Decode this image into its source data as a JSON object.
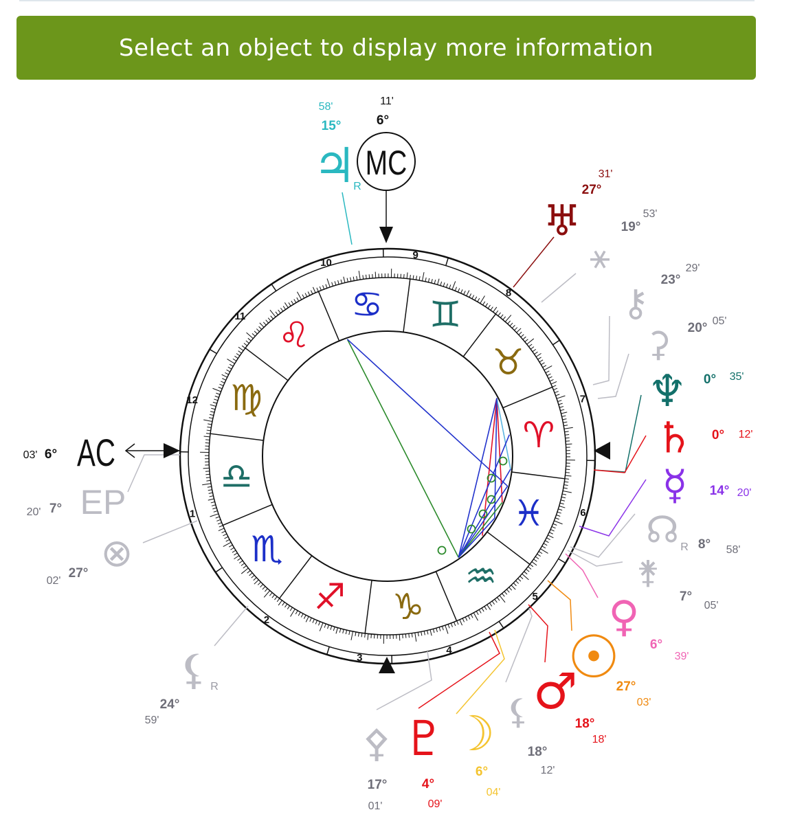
{
  "banner": {
    "text": "Select an object to display more information"
  },
  "angles": [
    {
      "id": "mc",
      "label": "MC",
      "deg": "6°",
      "min": "11'"
    },
    {
      "id": "ac",
      "label": "AC",
      "deg": "6°",
      "min": "03'"
    }
  ],
  "houses": [
    "1",
    "2",
    "3",
    "4",
    "5",
    "6",
    "7",
    "8",
    "9",
    "10",
    "11",
    "12"
  ],
  "signs": [
    {
      "name": "cancer",
      "glyph": "♋",
      "color": "#1c2fc8"
    },
    {
      "name": "gemini",
      "glyph": "♊",
      "color": "#1e6e66"
    },
    {
      "name": "taurus",
      "glyph": "♉",
      "color": "#8a6a10"
    },
    {
      "name": "aries",
      "glyph": "♈",
      "color": "#e01028"
    },
    {
      "name": "pisces",
      "glyph": "♓",
      "color": "#1c2fc8"
    },
    {
      "name": "aquarius",
      "glyph": "♒",
      "color": "#1e6e66"
    },
    {
      "name": "capricorn",
      "glyph": "♑",
      "color": "#8a6a10"
    },
    {
      "name": "sagittarius",
      "glyph": "♐",
      "color": "#e01028"
    },
    {
      "name": "scorpio",
      "glyph": "♏",
      "color": "#1c2fc8"
    },
    {
      "name": "libra",
      "glyph": "♎",
      "color": "#1e6e66"
    },
    {
      "name": "virgo",
      "glyph": "♍",
      "color": "#8a6a10"
    },
    {
      "name": "leo",
      "glyph": "♌",
      "color": "#e01028"
    }
  ],
  "bodies": [
    {
      "id": "jupiter",
      "glyph": "♃",
      "deg": "15°",
      "min": "58'",
      "retro": "R",
      "color": "#2ab8c0"
    },
    {
      "id": "uranus",
      "glyph": "♅",
      "deg": "27°",
      "min": "31'",
      "retro": "",
      "color": "#8b0e0e"
    },
    {
      "id": "vertex",
      "glyph": "⚹",
      "deg": "19°",
      "min": "53'",
      "retro": "",
      "color": "#bcbcc4"
    },
    {
      "id": "chiron",
      "glyph": "⚷",
      "deg": "23°",
      "min": "29'",
      "retro": "",
      "color": "#bcbcc4"
    },
    {
      "id": "ceres",
      "glyph": "⚳",
      "deg": "20°",
      "min": "05'",
      "retro": "",
      "color": "#bcbcc4"
    },
    {
      "id": "neptune",
      "glyph": "♆",
      "deg": "0°",
      "min": "35'",
      "retro": "",
      "color": "#13706a"
    },
    {
      "id": "saturn",
      "glyph": "♄",
      "deg": "0°",
      "min": "12'",
      "retro": "",
      "color": "#e5131a"
    },
    {
      "id": "mercury",
      "glyph": "☿",
      "deg": "14°",
      "min": "20'",
      "retro": "",
      "color": "#8a32e8"
    },
    {
      "id": "node",
      "glyph": "☊",
      "deg": "8°",
      "min": "58'",
      "retro": "R",
      "color": "#bcbcc4"
    },
    {
      "id": "juno",
      "glyph": "⚵",
      "deg": "7°",
      "min": "05'",
      "retro": "",
      "color": "#bcbcc4"
    },
    {
      "id": "venus",
      "glyph": "♀",
      "deg": "6°",
      "min": "39'",
      "retro": "",
      "color": "#f064b4"
    },
    {
      "id": "sun",
      "glyph": "☉",
      "deg": "27°",
      "min": "03'",
      "retro": "",
      "color": "#f08a10"
    },
    {
      "id": "mars",
      "glyph": "♂",
      "deg": "18°",
      "min": "18'",
      "retro": "",
      "color": "#e5131a"
    },
    {
      "id": "lilith-point",
      "glyph": "⚸",
      "deg": "18°",
      "min": "12'",
      "retro": "",
      "color": "#bcbcc4"
    },
    {
      "id": "moon",
      "glyph": "☽",
      "deg": "6°",
      "min": "04'",
      "retro": "",
      "color": "#f4c430"
    },
    {
      "id": "pluto",
      "glyph": "♇",
      "deg": "4°",
      "min": "09'",
      "retro": "",
      "color": "#e5131a"
    },
    {
      "id": "pallas",
      "glyph": "⚴",
      "deg": "17°",
      "min": "01'",
      "retro": "",
      "color": "#bcbcc4"
    },
    {
      "id": "lilith",
      "glyph": "⚸",
      "deg": "24°",
      "min": "59'",
      "retro": "R",
      "color": "#bcbcc4"
    },
    {
      "id": "fortune",
      "glyph": "⊗",
      "deg": "27°",
      "min": "02'",
      "retro": "",
      "color": "#bcbcc4"
    },
    {
      "id": "ep",
      "glyph": "EP",
      "deg": "7°",
      "min": "20'",
      "retro": "",
      "color": "#bcbcc4"
    }
  ]
}
